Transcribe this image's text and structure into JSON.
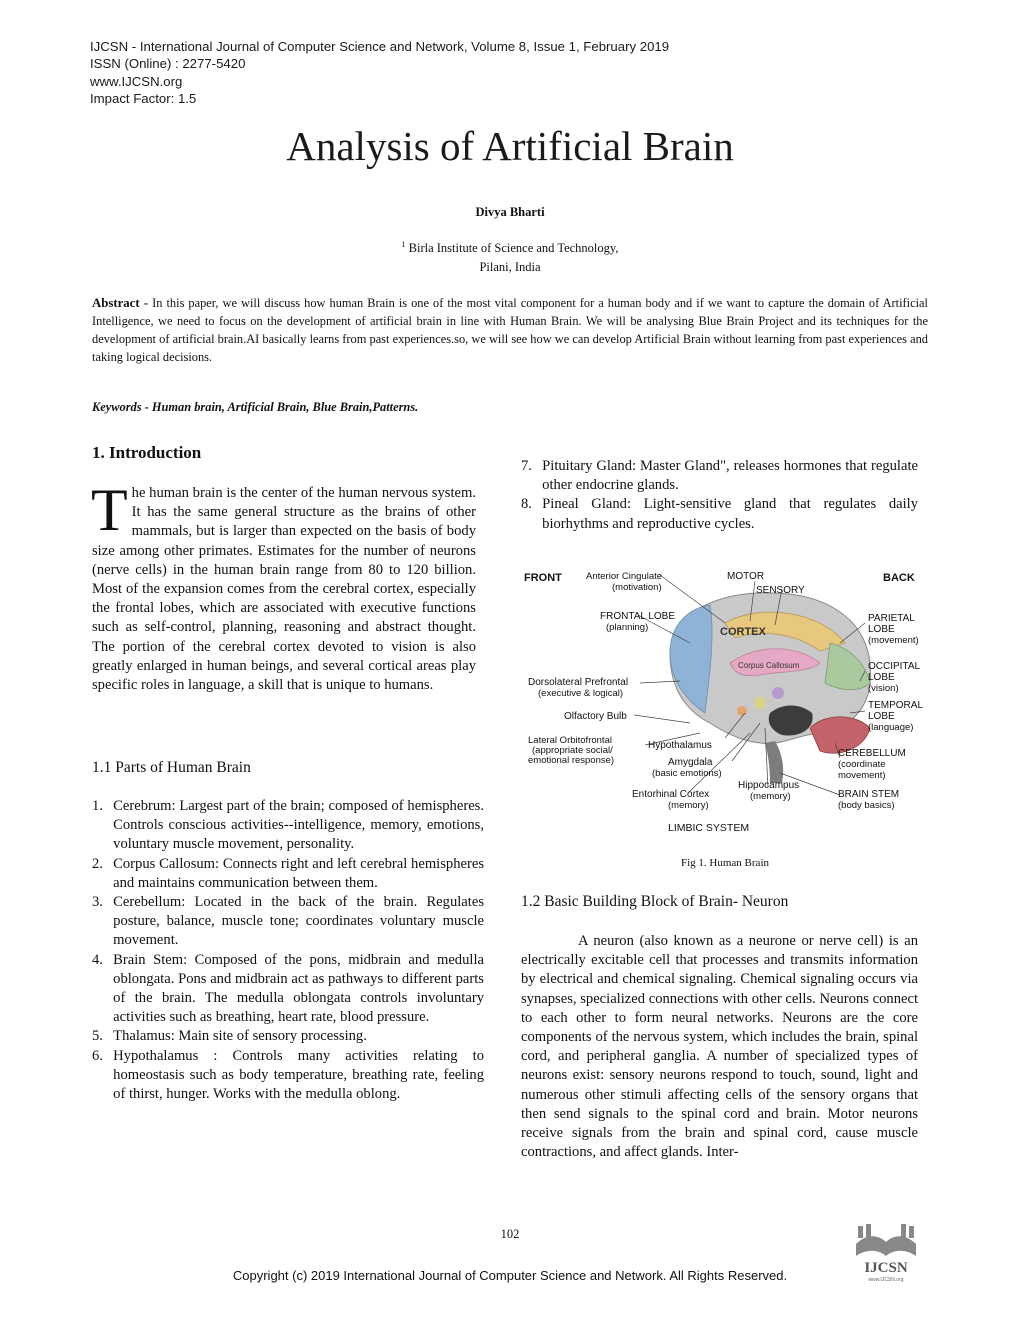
{
  "header": {
    "journal_line": "IJCSN - International Journal of Computer Science and Network, Volume 8, Issue 1, February 2019",
    "issn": "ISSN (Online) : 2277-5420",
    "url": "www.IJCSN.org",
    "impact": "Impact Factor: 1.5"
  },
  "title": "Analysis of Artificial Brain",
  "author": "Divya Bharti",
  "affiliation": {
    "sup": "1",
    "line1": " Birla Institute of Science and Technology,",
    "line2": "Pilani, India"
  },
  "abstract": {
    "label": "Abstract - ",
    "text": "In this paper, we will discuss how human Brain is one of the most vital component for a human body and if we want to capture the domain of Artificial Intelligence, we need to focus on the development of artificial brain in line with Human Brain. We will be analysing Blue Brain Project and its techniques for the development of artificial brain.AI basically learns from past experiences.so, we will see how we can develop Artificial Brain without learning from past experiences and taking logical decisions."
  },
  "keywords": {
    "label": "Keywords - ",
    "text": "Human brain, Artificial Brain, Blue Brain,Patterns."
  },
  "intro": {
    "heading": "1. Introduction",
    "dropcap": "T",
    "para": "he human brain is the center of the human nervous system. It has the same general structure as the brains of other mammals, but is larger than expected on the basis of body size among other primates. Estimates for the number of neurons (nerve cells) in the human brain range from 80 to 120 billion. Most of the expansion comes from the cerebral cortex, especially the frontal lobes, which are associated with executive functions such as self-control, planning, reasoning and abstract thought. The portion of the cerebral cortex devoted to vision is also greatly enlarged in human beings, and several cortical areas play specific roles in language, a skill that is unique to humans."
  },
  "parts": {
    "heading": "1.1 Parts of Human Brain",
    "items": [
      {
        "num": "1.",
        "text": "Cerebrum: Largest part of the brain; composed of hemispheres. Controls conscious activities--intelligence, memory, emotions, voluntary muscle movement, personality."
      },
      {
        "num": "2.",
        "text": "Corpus Callosum: Connects right and left cerebral hemispheres and maintains communication between them."
      },
      {
        "num": "3.",
        "text": "Cerebellum: Located in the back of the brain. Regulates posture, balance, muscle tone; coordinates voluntary muscle movement."
      },
      {
        "num": "4.",
        "text": "Brain Stem: Composed of the pons, midbrain and medulla oblongata. Pons and midbrain act as pathways to different parts of the brain. The medulla oblongata controls involuntary activities such as breathing, heart rate, blood pressure."
      },
      {
        "num": "5.",
        "text": "Thalamus: Main site of sensory processing."
      },
      {
        "num": "6.",
        "text": "Hypothalamus : Controls many activities relating to homeostasis such as body temperature, breathing rate, feeling of thirst, hunger. Works with the medulla oblong."
      }
    ],
    "items_right": [
      {
        "num": "7.",
        "text": "Pituitary Gland: Master Gland\", releases hormones that regulate other endocrine glands."
      },
      {
        "num": "8.",
        "text": "Pineal Gland: Light-sensitive gland that regulates daily biorhythms and reproductive cycles."
      }
    ]
  },
  "figure": {
    "caption": "Fig 1. Human Brain",
    "labels": {
      "front": "FRONT",
      "back": "BACK",
      "ant_cing": "Anterior Cingulate",
      "motivation": "(motivation)",
      "motor": "MOTOR",
      "sensory": "SENSORY",
      "frontal": "FRONTAL LOBE",
      "planning": "(planning)",
      "parietal1": "PARIETAL",
      "parietal2": "LOBE",
      "parietal3": "(movement)",
      "cortex": "CORTEX",
      "corpus": "Corpus Callosum",
      "occipital1": "OCCIPITAL",
      "occipital2": "LOBE",
      "occipital3": "(vision)",
      "dorso1": "Dorsolateral Prefrontal",
      "dorso2": "(executive & logical)",
      "temporal1": "TEMPORAL",
      "temporal2": "LOBE",
      "temporal3": "(language)",
      "olfactory": "Olfactory Bulb",
      "orbito1": "Lateral Orbitofrontal",
      "orbito2": "(appropriate social/",
      "orbito3": "emotional response)",
      "hypothalamus": "Hypothalamus",
      "cerebellum1": "CEREBELLUM",
      "cerebellum2": "(coordinate",
      "cerebellum3": "movement)",
      "amygdala1": "Amygdala",
      "amygdala2": "(basic emotions)",
      "hippo1": "Hippocampus",
      "hippo2": "(memory)",
      "entorhinal1": "Entorhinal Cortex",
      "entorhinal2": "(memory)",
      "brainstem1": "BRAIN STEM",
      "brainstem2": "(body basics)",
      "limbic": "LIMBIC SYSTEM"
    }
  },
  "neuron": {
    "heading": "1.2  Basic Building Block of Brain- Neuron",
    "para": "A neuron (also known as a neurone or nerve cell) is an electrically excitable cell that processes and transmits information by electrical and chemical signaling. Chemical signaling occurs via synapses, specialized connections with other cells. Neurons connect to each other to form neural networks. Neurons are the core components of the nervous system, which includes the brain, spinal cord, and peripheral ganglia. A number of specialized types of neurons exist: sensory neurons respond to touch, sound, light and numerous other stimuli affecting cells of the sensory organs that then send signals to the spinal cord and brain. Motor neurons receive signals from the brain and spinal cord, cause muscle contractions, and affect glands. Inter-"
  },
  "footer": {
    "page": "102",
    "copyright": "Copyright (c) 2019 International Journal of Computer Science and Network. All Rights Reserved.",
    "logo_text": "IJCSN",
    "logo_url": "www.IJCSN.org"
  }
}
